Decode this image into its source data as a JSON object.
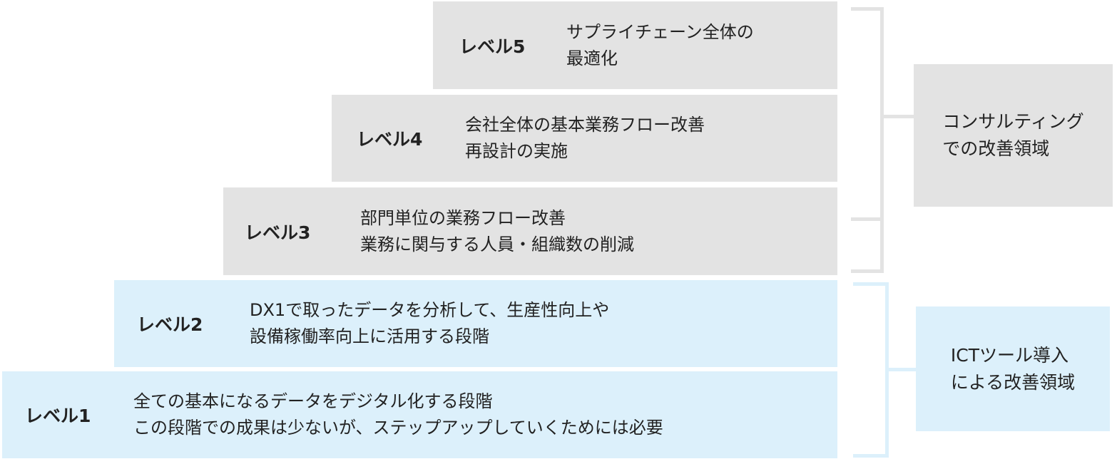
{
  "levels": [
    {
      "label": "レベル5",
      "lines": [
        "サプライチェーン全体の",
        "最適化"
      ]
    },
    {
      "label": "レベル4",
      "lines": [
        "会社全体の基本業務フロー改善",
        "再設計の実施"
      ]
    },
    {
      "label": "レベル3",
      "lines": [
        "部門単位の業務フロー改善",
        "業務に関与する人員・組織数の削減"
      ]
    },
    {
      "label": "レベル2",
      "lines": [
        "DX1で取ったデータを分析して、生産性向上や",
        "設備稼働率向上に活用する段階"
      ]
    },
    {
      "label": "レベル1",
      "lines": [
        "全ての基本になるデータをデジタル化する段階",
        "この段階での成果は少ないが、ステップアップしていくためには必要"
      ]
    }
  ],
  "areas": {
    "consulting": [
      "コンサルティング",
      "での改善領域"
    ],
    "ict": [
      "ICTツール導入",
      "による改善領域"
    ]
  },
  "colors": {
    "grey": "#e3e3e3",
    "blue": "#dcf0fb"
  }
}
